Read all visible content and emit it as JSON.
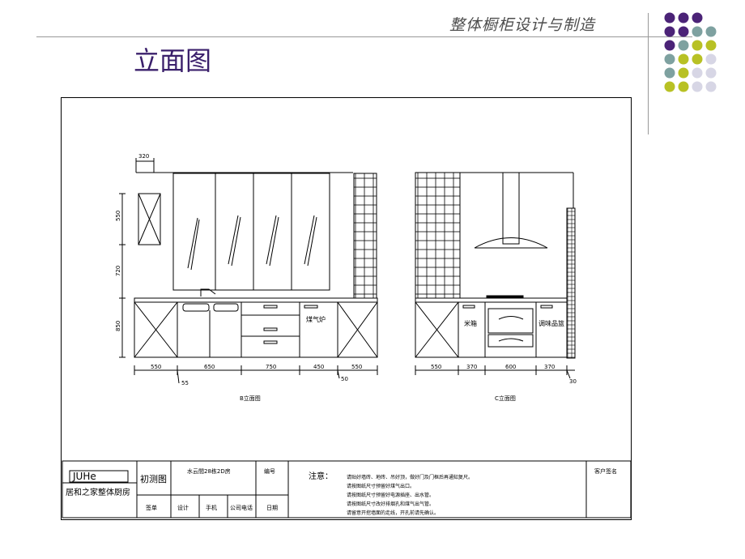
{
  "header": {
    "title": "整体橱柜设计与制造"
  },
  "page": {
    "title": "立面图"
  },
  "decoration": {
    "dot_colors": [
      "#4b2377",
      "#7ea1a0",
      "#b8c124",
      "#d7d6e5"
    ],
    "dot_grid": [
      [
        "purple",
        "purple",
        "purple",
        null
      ],
      [
        "purple",
        "purple",
        "teal",
        "teal"
      ],
      [
        "purple",
        "teal",
        "yellow",
        "yellow"
      ],
      [
        "teal",
        "yellow",
        "yellow",
        "lavender"
      ],
      [
        "teal",
        "yellow",
        "lavender",
        "lavender"
      ],
      [
        "yellow",
        "yellow",
        "lavender",
        "lavender"
      ]
    ]
  },
  "elevation_b": {
    "caption": "B立面图",
    "dim_depth": "320",
    "heights": [
      "550",
      "720",
      "850"
    ],
    "widths": [
      "550",
      "650",
      "750",
      "450",
      "550"
    ],
    "sub_dims": [
      "55",
      "50"
    ],
    "appliance_label": "煤气炉"
  },
  "elevation_c": {
    "caption": "C立面图",
    "widths": [
      "550",
      "370",
      "600",
      "370"
    ],
    "sub_dims": [
      "30"
    ],
    "labels": [
      "米箱",
      "调味品篮"
    ]
  },
  "title_block": {
    "logo": "JUHe",
    "company": "居和之家整体厨房",
    "stage": "初测图",
    "project": "水云間28栋2D房",
    "number_label": "编号",
    "notes_title": "注意：",
    "notes": [
      "请贴好墙砖、地砖、吊好顶，做好门及门框后再通知复尺。",
      "请按图纸尺寸预留好煤气出口。",
      "请按图纸尺寸预留好电源插座、出水管。",
      "请按图纸尺寸改好排烟孔和煤气出气管。",
      "请留意开挖墙面的走线，开孔前请先确认。"
    ],
    "customer_sign": "客户签名",
    "row2": [
      "签单",
      "设计",
      "手机",
      "公司电话",
      "日期"
    ]
  }
}
